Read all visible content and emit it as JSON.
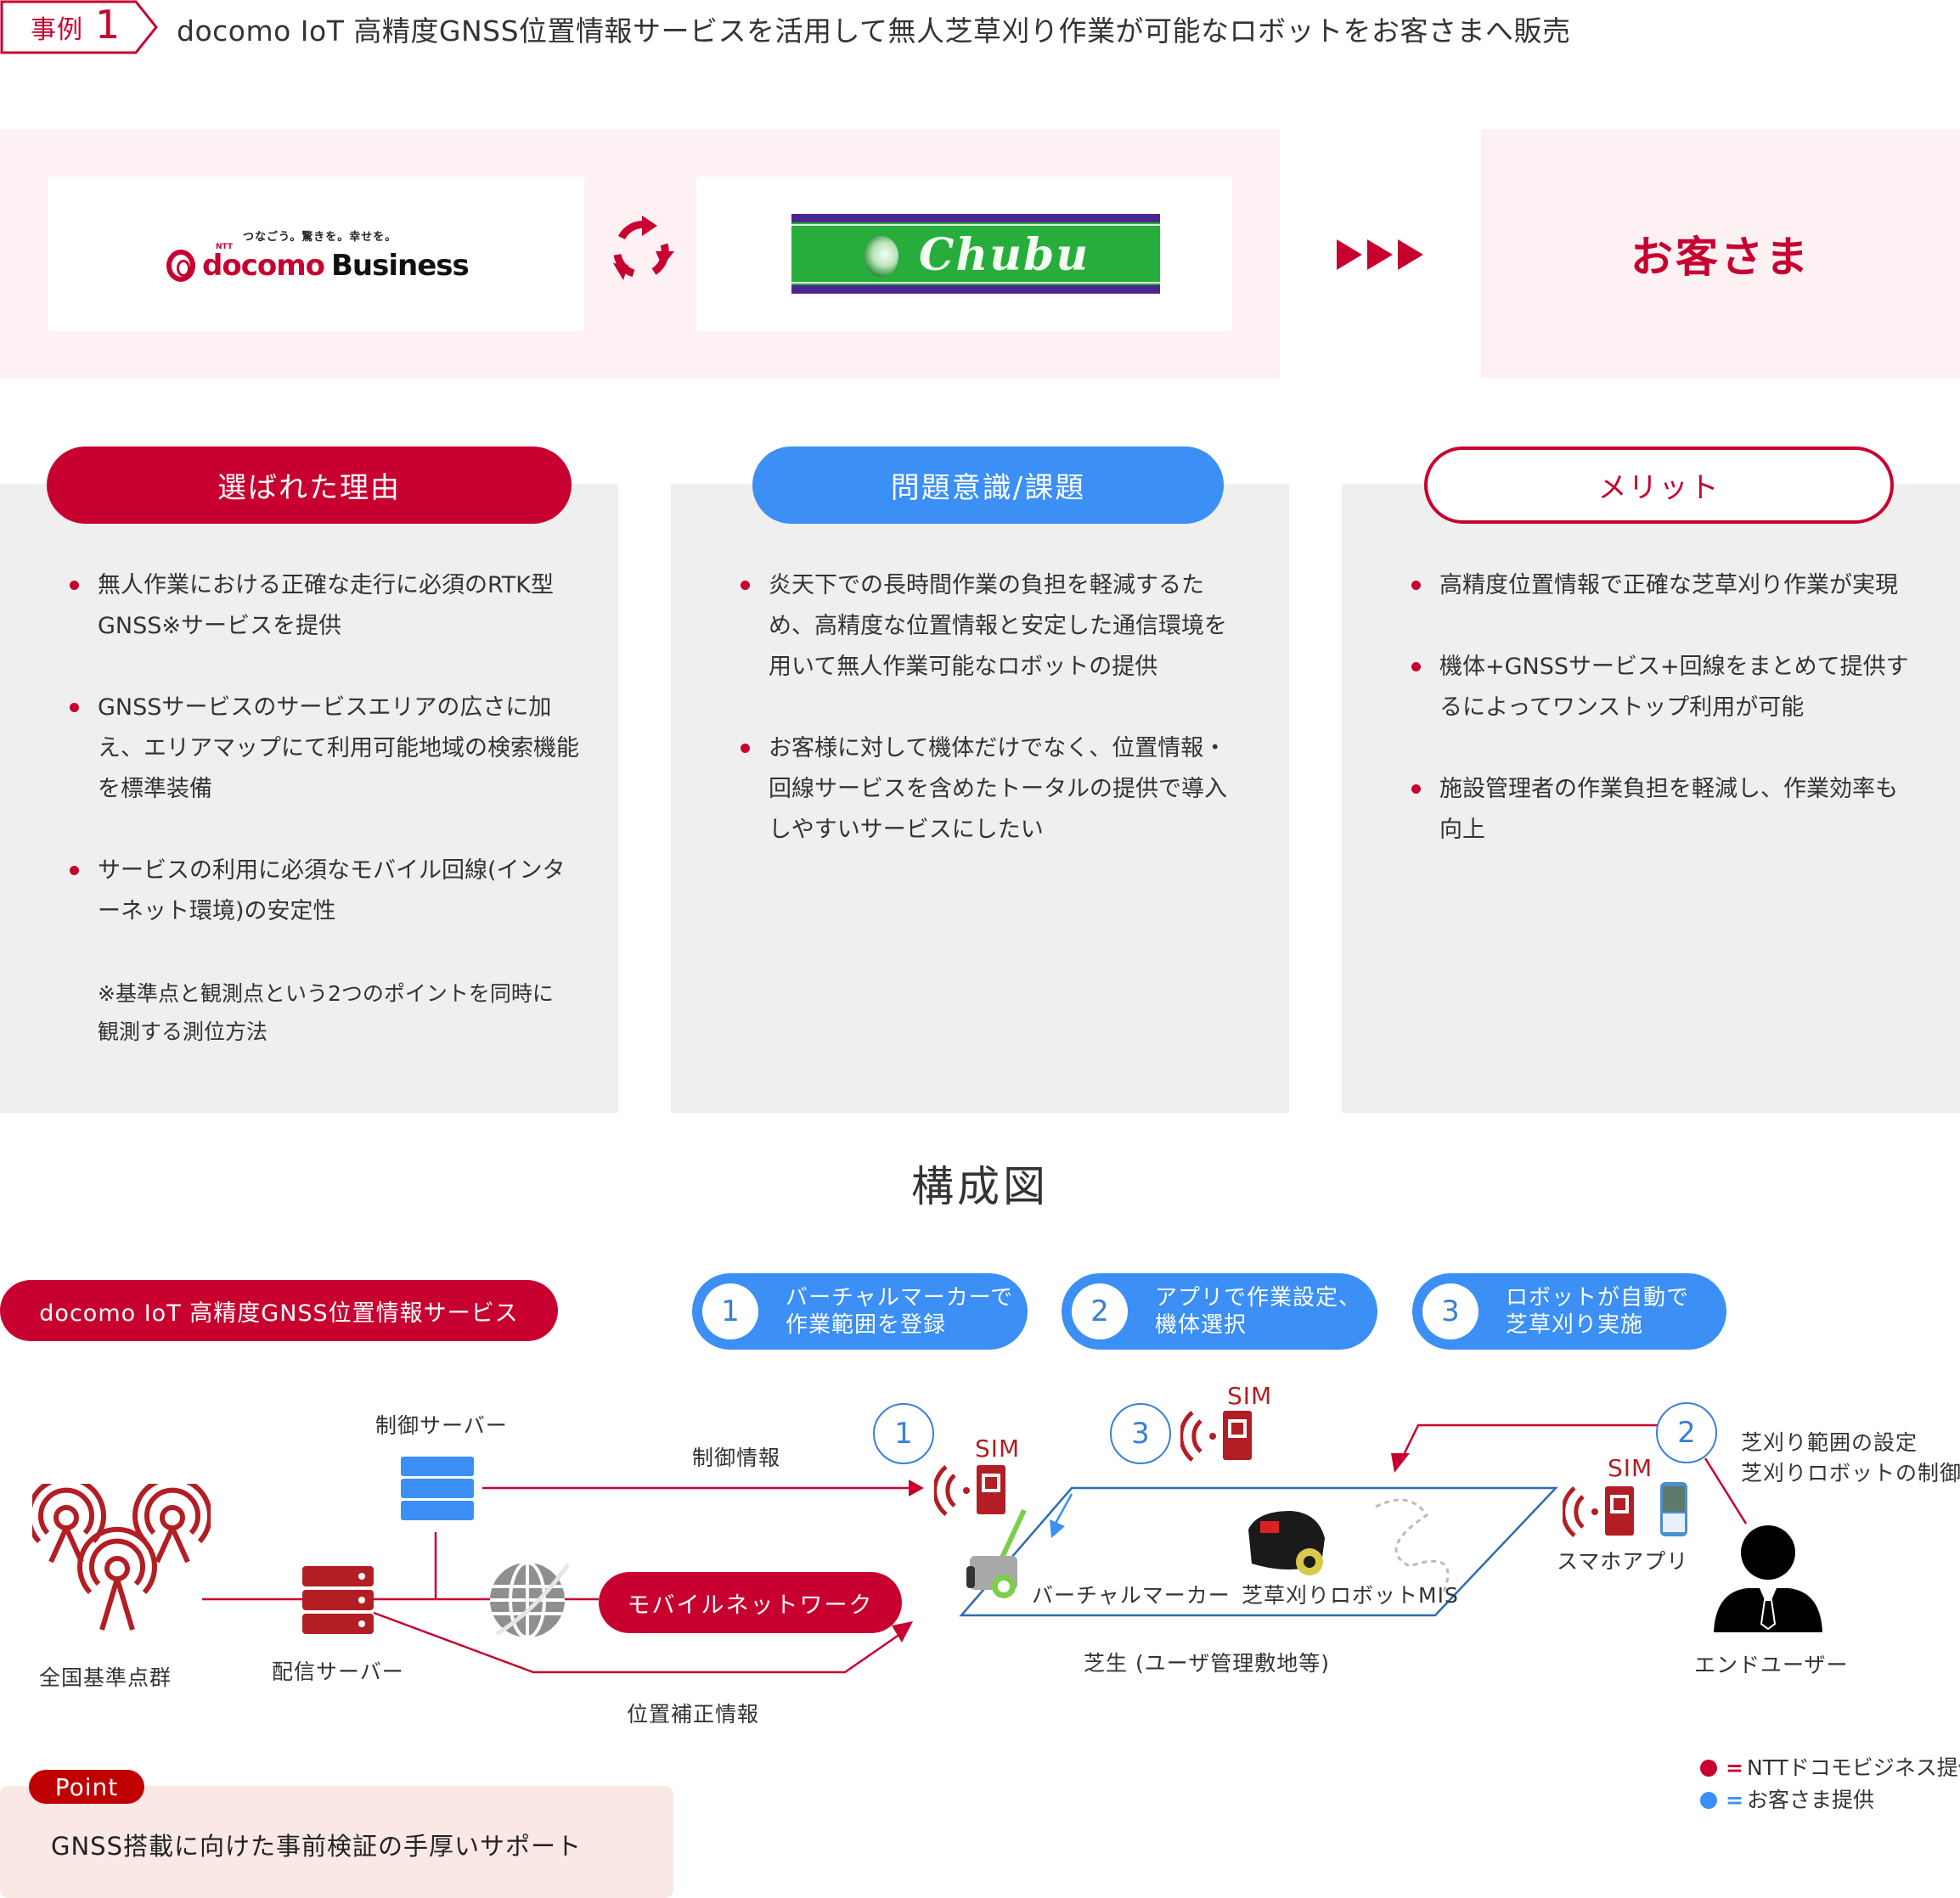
{
  "header": {
    "case_label": "事例",
    "case_number": "1",
    "title": "docomo IoT 高精度GNSS位置情報サービスを活用して無人芝草刈り作業が可能なロボットをお客さまへ販売"
  },
  "partners": {
    "docomo_logo": {
      "tagline": "つなごう。驚きを。幸せを。",
      "ntt": "NTT",
      "wordmark": "docomo",
      "suffix": "Business"
    },
    "chubu_logo": {
      "wordmark": "Chubu"
    },
    "customer_label": "お客さま",
    "icons": {
      "sync": "sync-cycle-icon",
      "flow": "triple-play-arrows-icon"
    }
  },
  "columns": [
    {
      "heading": "選ばれた理由",
      "bullets": [
        "無人作業における正確な走行に必須のRTK型GNSS※サービスを提供",
        "GNSSサービスのサービスエリアの広さに加え、エリアマップにて利用可能地域の検索機能を標準装備",
        "サービスの利用に必須なモバイル回線(インターネット環境)の安定性"
      ],
      "footnote": "※基準点と観測点という2つのポイントを同時に観測する測位方法"
    },
    {
      "heading": "問題意識/課題",
      "bullets": [
        "炎天下での長時間作業の負担を軽減するため、高精度な位置情報と安定した通信環境を用いて無人作業可能なロボットの提供",
        "お客様に対して機体だけでなく、位置情報・回線サービスを含めたトータルの提供で導入しやすいサービスにしたい"
      ]
    },
    {
      "heading": "メリット",
      "bullets": [
        "高精度位置情報で正確な芝草刈り作業が実現",
        "機体+GNSSサービス+回線をまとめて提供するによってワンストップ利用が可能",
        "施設管理者の作業負担を軽減し、作業効率も向上"
      ]
    }
  ],
  "diagram": {
    "title": "構成図",
    "service_pill": "docomo IoT 高精度GNSS位置情報サービス",
    "steps": [
      {
        "num": "1",
        "text": "バーチャルマーカーで\n作業範囲を登録"
      },
      {
        "num": "2",
        "text": "アプリで作業設定、\n機体選択"
      },
      {
        "num": "3",
        "text": "ロボットが自動で\n芝草刈り実施"
      }
    ],
    "labels": {
      "reference_points": "全国基準点群",
      "distribution_server": "配信サーバー",
      "control_server": "制御サーバー",
      "control_info": "制御情報",
      "correction_info": "位置補正情報",
      "mobile_network": "モバイルネットワーク",
      "virtual_marker": "バーチャルマーカー",
      "mower_robot": "芝草刈りロボットMIS",
      "lawn_area": "芝生 (ユーザ管理敷地等)",
      "smartphone_app": "スマホアプリ",
      "end_user": "エンドユーザー",
      "user_action_1": "芝刈り範囲の設定",
      "user_action_2": "芝刈りロボットの制御",
      "sim": "SIM"
    },
    "markers": [
      "1",
      "3",
      "2"
    ],
    "legend": [
      {
        "color": "#c8002f",
        "text": "NTTドコモビジネス提供"
      },
      {
        "color": "#3b8ff5",
        "text": "お客さま提供"
      }
    ]
  },
  "point": {
    "badge": "Point",
    "text": "GNSS搭載に向けた事前検証の手厚いサポート"
  },
  "colors": {
    "brand_red": "#c8002f",
    "accent_blue": "#3b8ff5",
    "panel_gray": "#efefef",
    "band_pink": "#fef1f4",
    "point_bg": "#f9e8e4"
  }
}
